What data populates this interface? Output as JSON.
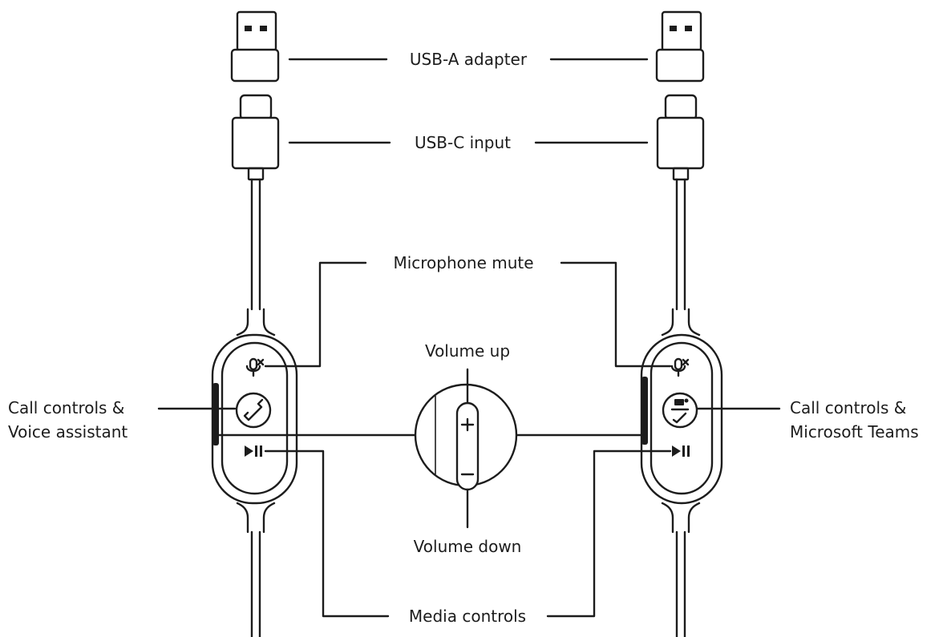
{
  "labels": {
    "usb_a": "USB-A adapter",
    "usb_c": "USB-C input",
    "mic_mute": "Microphone mute",
    "volume_up": "Volume up",
    "volume_down": "Volume down",
    "media": "Media controls",
    "left_call_line1": "Call controls &",
    "left_call_line2": "Voice assistant",
    "right_call_line1": "Call controls &",
    "right_call_line2": "Microsoft Teams"
  },
  "icons": {
    "mic": "microphone-mute-icon",
    "phone": "phone-handset-icon",
    "teams": "microsoft-teams-icon",
    "play_pause": "play-pause-icon",
    "plus": "plus-icon",
    "minus": "minus-icon"
  },
  "colors": {
    "ink": "#1c1c1c",
    "background": "#ffffff"
  }
}
